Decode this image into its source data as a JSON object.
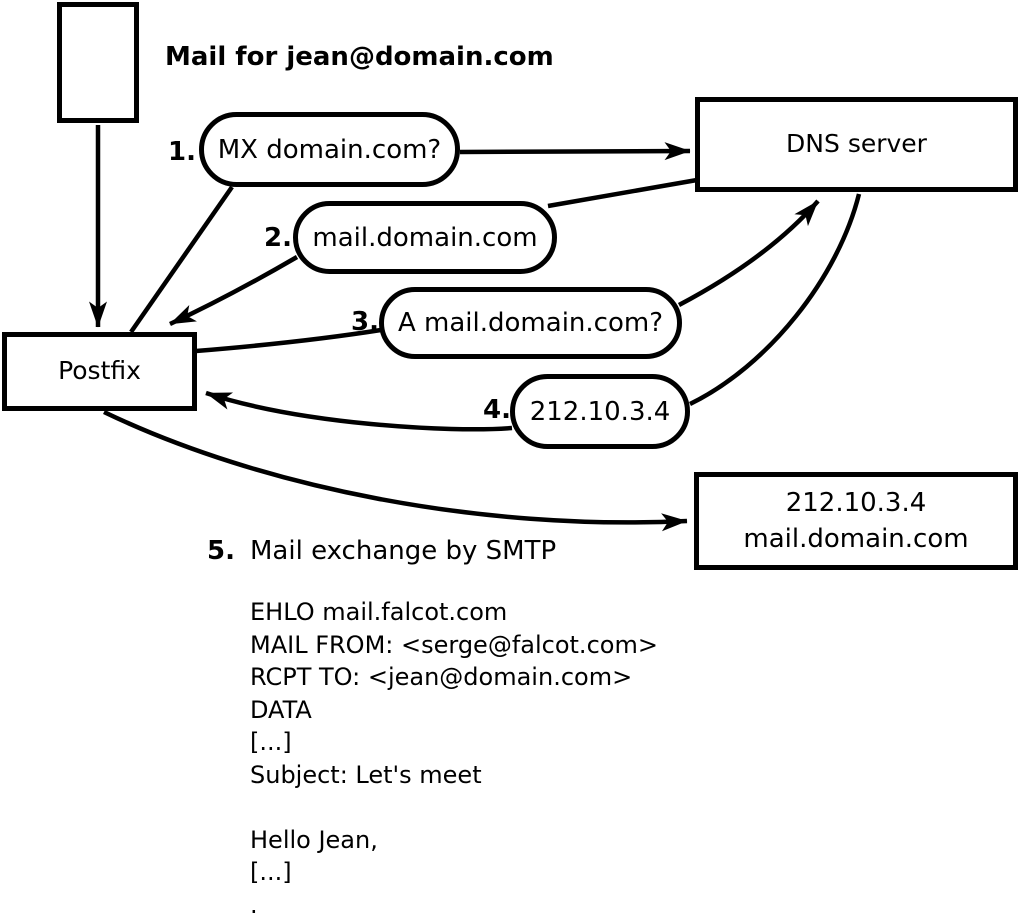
{
  "colors": {
    "background": "#ffffff",
    "ink": "#000000"
  },
  "annotation": {
    "mail_note": "Mail for jean@domain.com"
  },
  "nodes": {
    "postfix": {
      "label": "Postfix"
    },
    "dns_server": {
      "label": "DNS server"
    },
    "mail_host": {
      "line1": "212.10.3.4",
      "line2": "mail.domain.com"
    }
  },
  "steps": [
    {
      "num": "1.",
      "label": "MX domain.com?"
    },
    {
      "num": "2.",
      "label": "mail.domain.com"
    },
    {
      "num": "3.",
      "label": "A mail.domain.com?"
    },
    {
      "num": "4.",
      "label": "212.10.3.4"
    },
    {
      "num": "5.",
      "label": "Mail exchange by SMTP"
    }
  ],
  "smtp_session": {
    "lines": [
      "EHLO mail.falcot.com",
      "MAIL FROM: <serge@falcot.com>",
      "RCPT TO: <jean@domain.com>",
      "DATA",
      "[...]",
      "Subject: Let's meet",
      "",
      "Hello Jean,",
      "[...]",
      "."
    ]
  }
}
